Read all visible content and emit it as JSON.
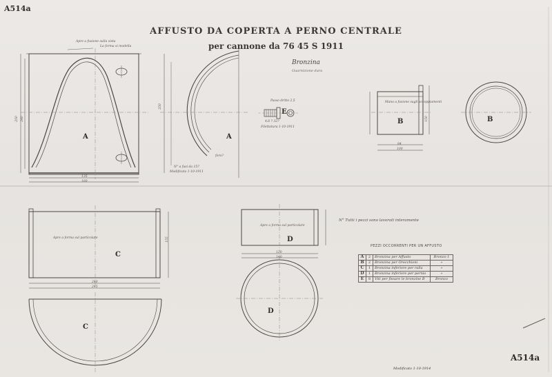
{
  "sheet": {
    "ref_top_left": "A514a",
    "ref_bottom_right": "A514a",
    "title": "AFFUSTO DA COPERTA A PERNO CENTRALE",
    "subtitle": "per cannone da 76 45 S 1911",
    "material": "Bronzina",
    "material_note": "Guarnizione dura",
    "general_note": "N° Tutti i pezzi sono lavorati interamente",
    "signature": "Modificato 1-10-1914"
  },
  "parts": {
    "A1": "A",
    "A2": "A",
    "B1": "B",
    "B2": "B",
    "C1": "C",
    "C2": "C",
    "D1": "D",
    "D2": "D",
    "E": "E"
  },
  "annotations": {
    "a_top_note": "Apre a fusione sulla vista",
    "a_top_note2": "La forma si modella",
    "a2_note": "N° a fusi da 15?",
    "a2_mod": "Modificato 1-10-1911",
    "a2_arc_note": "foro?",
    "b_note": "Mano a fusione sugli accoppiamenti",
    "c_note": "Apre a forma sul particolare",
    "d_note": "Apre a forma sul particolare",
    "e_note1": "Passo dritto 2,5",
    "e_note2": "4.6 ? 32?",
    "e_note3": "Filettatura 1-10-1911"
  },
  "dimensions": {
    "a_w1": "135",
    "a_w2": "160",
    "a_h1": "250",
    "a_h2": "240",
    "a2_h": "250",
    "b_w": "84",
    "b_w2": "100",
    "b_h": "150",
    "c_w1": "240",
    "c_w2": "245",
    "c_h": "155",
    "d_w1": "120",
    "d_w2": "140"
  },
  "parts_table": {
    "title": "PEZZI OCCORRENTI PER UN AFFUSTO",
    "rows": [
      {
        "letter": "A",
        "qty": "2",
        "desc": "Bronzina per Affusto",
        "mat": "Bronzo 1"
      },
      {
        "letter": "B",
        "qty": "2",
        "desc": "Bronzina per Orecchioni",
        "mat": "»"
      },
      {
        "letter": "C",
        "qty": "1",
        "desc": "Bronzina inferiore per ralla",
        "mat": "»"
      },
      {
        "letter": "D",
        "qty": "1",
        "desc": "Bronzina inferiore per pernio",
        "mat": "»"
      },
      {
        "letter": "E",
        "qty": "8",
        "desc": "Viti per fissare le bronzine B",
        "mat": "Bronzo"
      }
    ]
  }
}
